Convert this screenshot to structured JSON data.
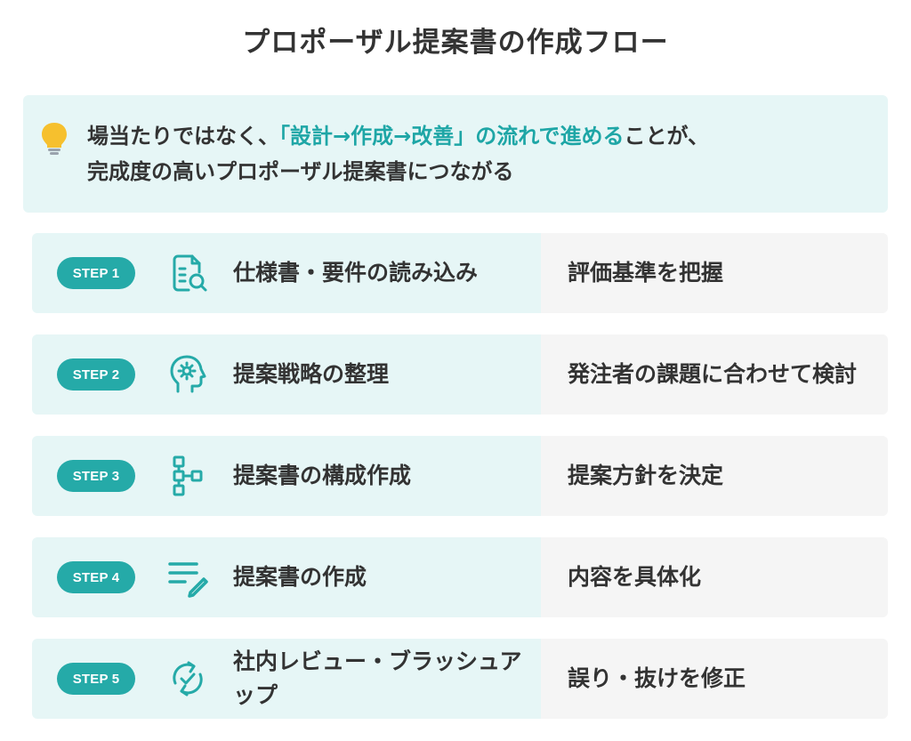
{
  "title": "プロポーザル提案書の作成フロー",
  "callout": {
    "icon": "lightbulb-icon",
    "line1_before": "場当たりではなく、",
    "line1_highlight": "「設計→作成→改善」の流れで進める",
    "line1_after": "ことが、",
    "line2": "完成度の高いプロポーザル提案書につながる"
  },
  "colors": {
    "accent": "#25aaa8",
    "highlight": "#1ea6a6",
    "left_bg": "#e6f6f6",
    "right_bg": "#f5f5f5",
    "text": "#333333",
    "bulb": "#f6c02e"
  },
  "steps": [
    {
      "badge": "STEP 1",
      "icon": "document-search-icon",
      "title": "仕様書・要件の読み込み",
      "desc": "評価基準を把握"
    },
    {
      "badge": "STEP 2",
      "icon": "head-gear-icon",
      "title": "提案戦略の整理",
      "desc": "発注者の課題に合わせて検討"
    },
    {
      "badge": "STEP 3",
      "icon": "structure-icon",
      "title": "提案書の構成作成",
      "desc": "提案方針を決定"
    },
    {
      "badge": "STEP 4",
      "icon": "write-pencil-icon",
      "title": "提案書の作成",
      "desc": "内容を具体化"
    },
    {
      "badge": "STEP 5",
      "icon": "refresh-check-icon",
      "title": "社内レビュー・ブラッシュアップ",
      "desc": "誤り・抜けを修正"
    }
  ]
}
